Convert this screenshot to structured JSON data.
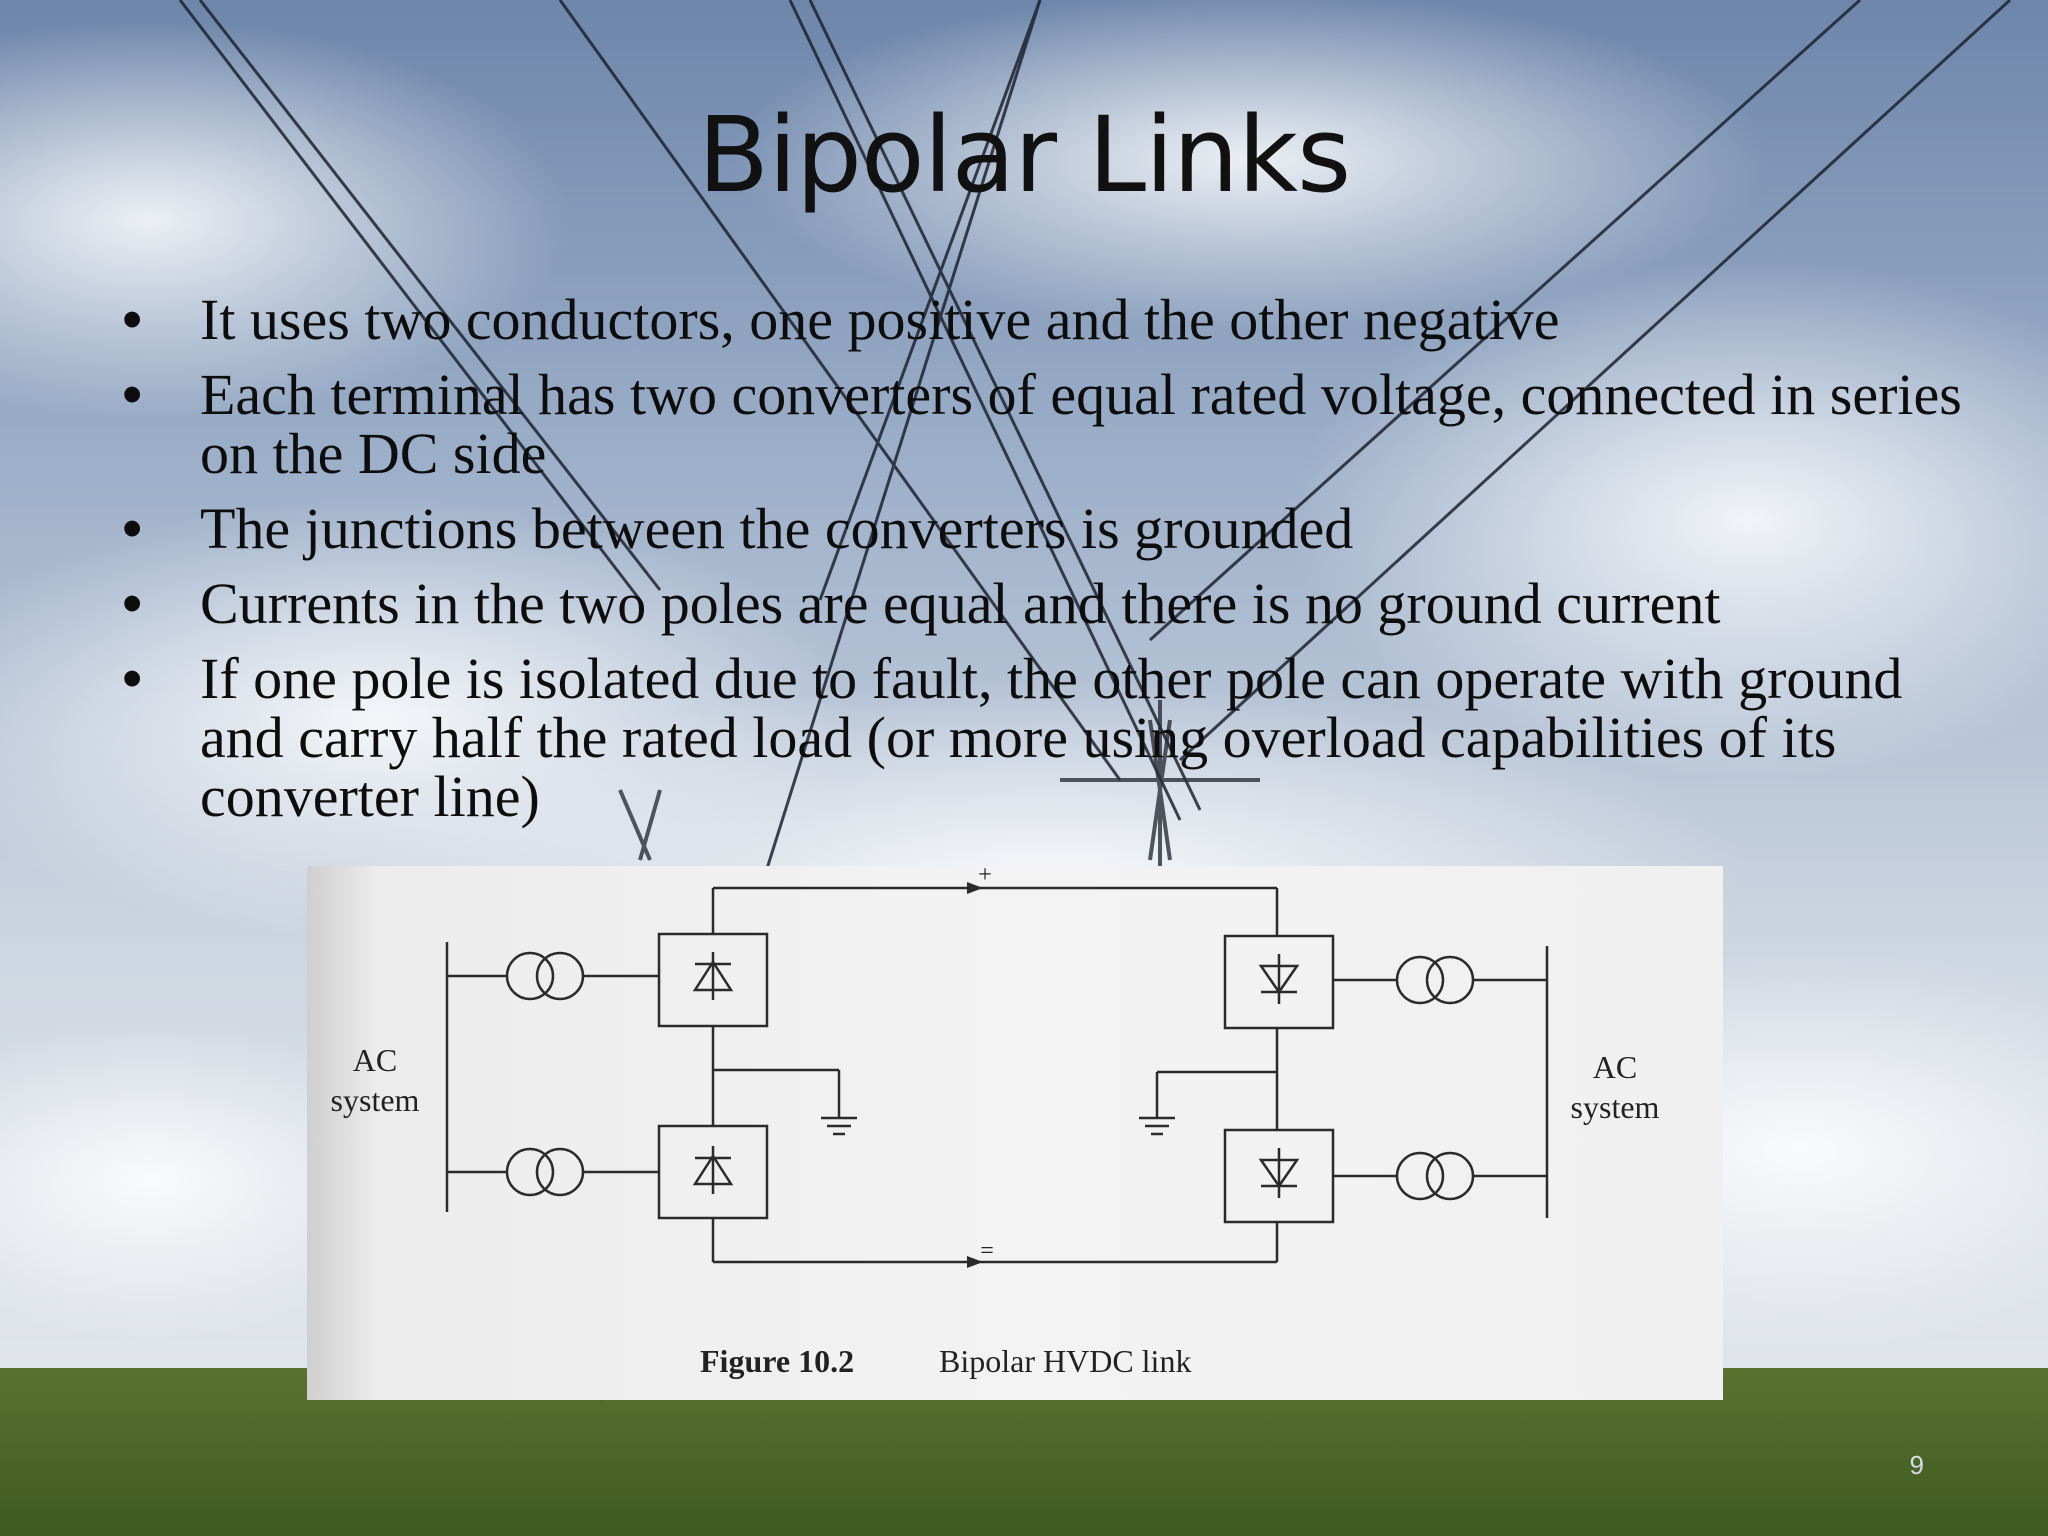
{
  "slide": {
    "title": "Bipolar Links",
    "bullets": [
      "It uses two conductors, one positive and the other negative",
      "Each terminal has two converters of equal rated voltage, connected in series on the DC side",
      "The junctions between the converters is grounded",
      "Currents in the two poles are equal and there is no ground current",
      "If one pole is isolated due to fault, the other pole can operate with ground and carry half the rated load (or more using overload capabilities of its converter line)"
    ],
    "bullet_symbol": "•",
    "page_number": "9"
  },
  "figure": {
    "caption_label": "Figure 10.2",
    "caption_text": "Bipolar HVDC link",
    "left_system_line1": "AC",
    "left_system_line2": "system",
    "right_system_line1": "AC",
    "right_system_line2": "system",
    "plus_sign": "+",
    "minus_sign": "="
  },
  "colors": {
    "sky_top": "#6f87aa",
    "sky_mid": "#c9d3e0",
    "grass": "#4f6a2a",
    "text": "#0d0d0d"
  }
}
